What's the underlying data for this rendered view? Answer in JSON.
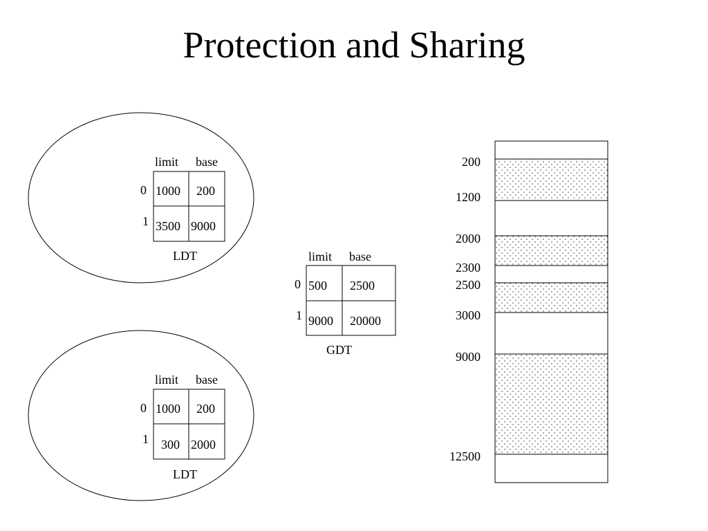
{
  "title": "Protection and Sharing",
  "ldt1": {
    "header": {
      "limit": "limit",
      "base": "base"
    },
    "rows": [
      {
        "index": "0",
        "limit": "1000",
        "base": "200"
      },
      {
        "index": "1",
        "limit": "3500",
        "base": "9000"
      }
    ],
    "label": "LDT"
  },
  "ldt2": {
    "header": {
      "limit": "limit",
      "base": "base"
    },
    "rows": [
      {
        "index": "0",
        "limit": "1000",
        "base": "200"
      },
      {
        "index": "1",
        "limit": "300",
        "base": "2000"
      }
    ],
    "label": "LDT"
  },
  "gdt": {
    "header": {
      "limit": "limit",
      "base": "base"
    },
    "rows": [
      {
        "index": "0",
        "limit": "500",
        "base": "2500"
      },
      {
        "index": "1",
        "limit": "9000",
        "base": "20000"
      }
    ],
    "label": "GDT"
  },
  "memory": {
    "addresses": [
      "200",
      "1200",
      "2000",
      "2300",
      "2500",
      "3000",
      "9000",
      "12500"
    ],
    "segments": [
      {
        "start": 200,
        "end": 1200
      },
      {
        "start": 2000,
        "end": 2300
      },
      {
        "start": 2500,
        "end": 3000
      },
      {
        "start": 9000,
        "end": 12500
      }
    ]
  }
}
